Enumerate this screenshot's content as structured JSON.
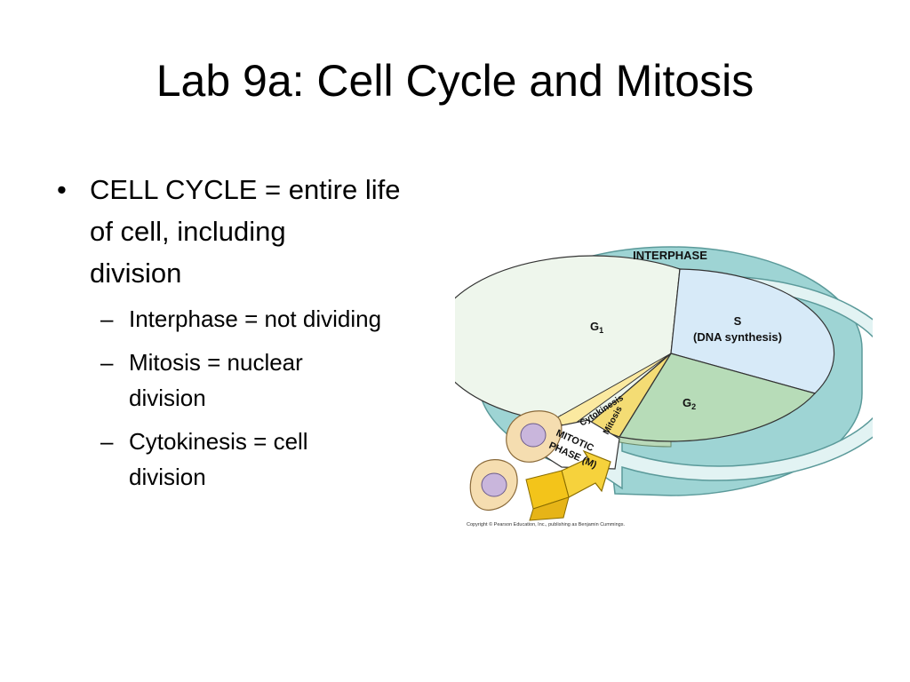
{
  "slide": {
    "title": "Lab 9a:  Cell Cycle and Mitosis"
  },
  "bullets": {
    "main": {
      "marker": "•",
      "lines": [
        "CELL CYCLE = entire life",
        "of cell, including",
        "division"
      ]
    },
    "sub_marker": "–",
    "sub": [
      {
        "lines": [
          "Interphase = not dividing"
        ]
      },
      {
        "lines": [
          "Mitosis = nuclear",
          "division"
        ]
      },
      {
        "lines": [
          "Cytokinesis = cell",
          "division"
        ]
      }
    ]
  },
  "diagram": {
    "ring_label": "INTERPHASE",
    "g1": "G",
    "g1_sub": "1",
    "s_line1": "S",
    "s_line2": "(DNA synthesis)",
    "g2": "G",
    "g2_sub": "2",
    "cytokinesis": "Cytokinesis",
    "mitosis": "Mitosis",
    "mitotic_line1": "MITOTIC",
    "mitotic_line2": "PHASE (M)",
    "copyright": "Copyright © Pearson Education, Inc., publishing as Benjamin Cummings.",
    "colors": {
      "ring_top": "#e2f3f3",
      "ring_side": "#9ed4d4",
      "g1_fill": "#eef6ec",
      "s_fill": "#d7eaf8",
      "g2_fill": "#b7dcb8",
      "m_fill": "#f4dc74",
      "arrow_fill": "#f6d23c",
      "cell_fill": "#f5ddb0",
      "nucleus_fill": "#c9b6dc"
    }
  }
}
